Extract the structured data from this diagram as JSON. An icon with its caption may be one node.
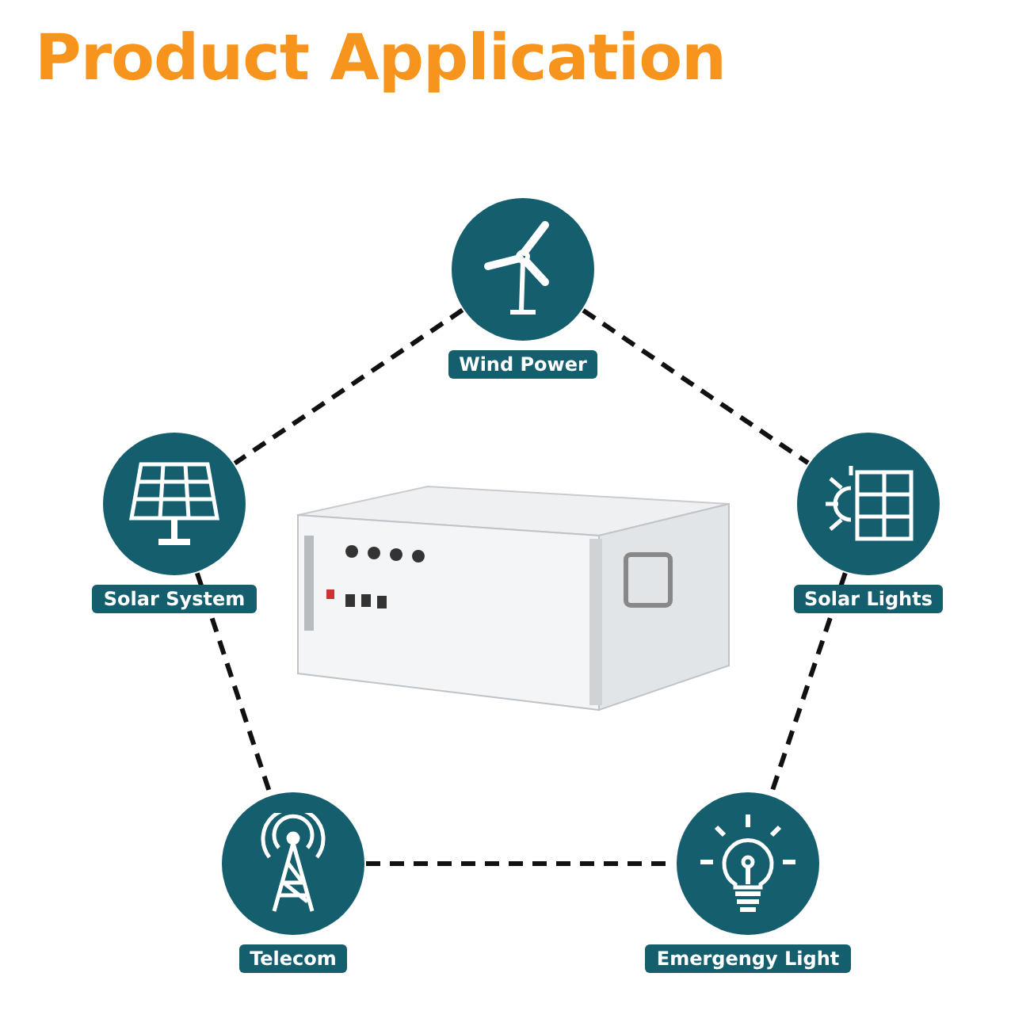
{
  "diagram": {
    "title": "Product Application",
    "nodes": [
      {
        "text": [
          "Wind Power"
        ]
      },
      {
        "text": [
          "Solar System"
        ]
      },
      {
        "text": [
          "Solar Lights"
        ]
      },
      {
        "text": [
          "Telecom"
        ]
      },
      {
        "text": [
          "Emergengy Light"
        ]
      }
    ],
    "edges": [
      {
        "from": 0,
        "to": 1,
        "arrow": "none"
      },
      {
        "from": 0,
        "to": 2,
        "arrow": "none"
      },
      {
        "from": 1,
        "to": 3,
        "arrow": "none"
      },
      {
        "from": 2,
        "to": 4,
        "arrow": "none"
      },
      {
        "from": 3,
        "to": 4,
        "arrow": "none"
      }
    ]
  }
}
